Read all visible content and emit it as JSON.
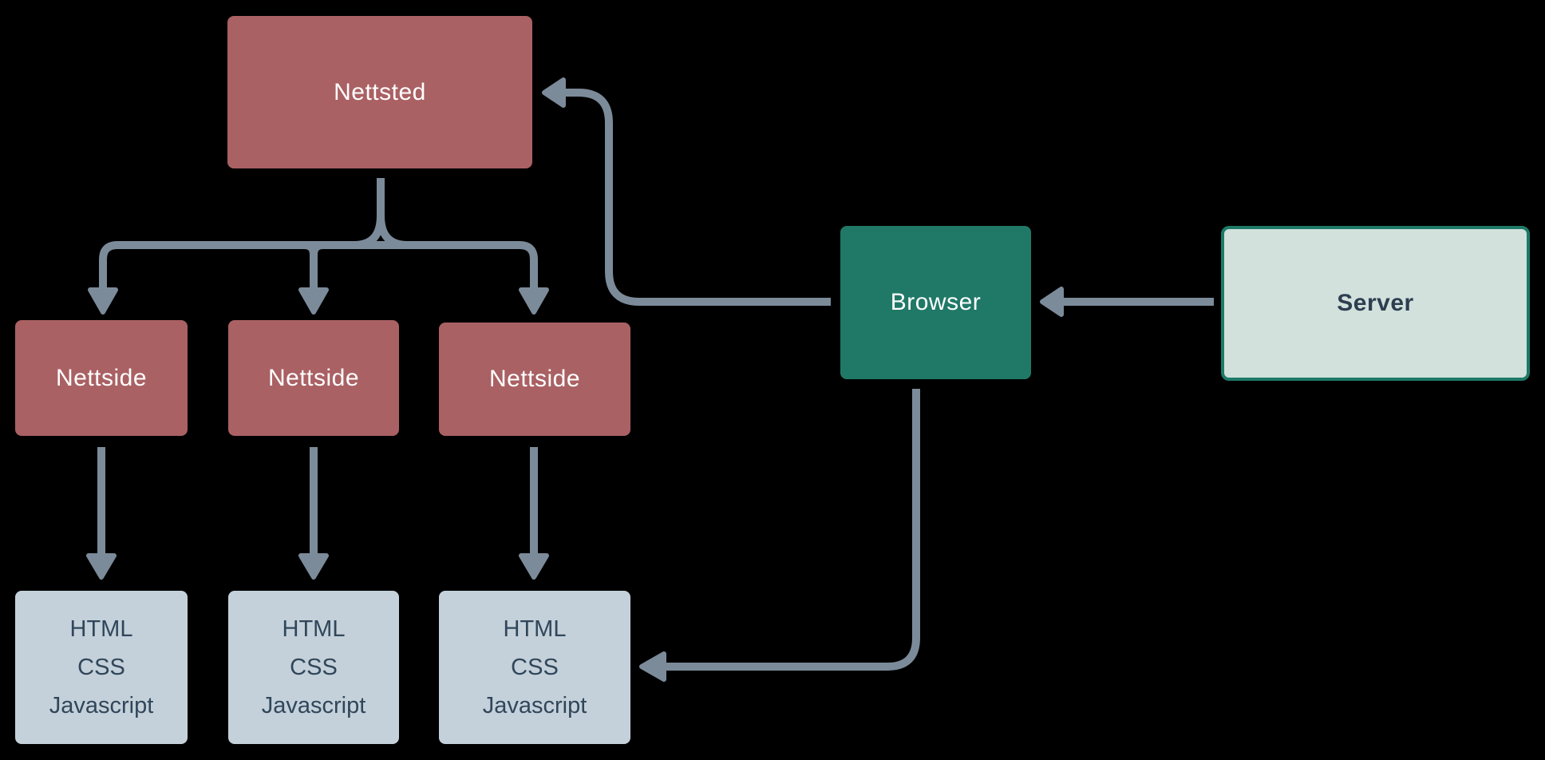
{
  "diagram": {
    "background": "#000000",
    "arrow_color": "#7c8b9a",
    "nodes": {
      "nettsted": {
        "label": "Nettsted",
        "fill": "#aa6164",
        "text_color": "#ffffff"
      },
      "nettside_1": {
        "label": "Nettside",
        "fill": "#aa6164",
        "text_color": "#ffffff"
      },
      "nettside_2": {
        "label": "Nettside",
        "fill": "#aa6164",
        "text_color": "#ffffff"
      },
      "nettside_3": {
        "label": "Nettside",
        "fill": "#aa6164",
        "text_color": "#ffffff"
      },
      "assets_1": {
        "lines": [
          "HTML",
          "CSS",
          "Javascript"
        ],
        "fill": "#c4d1da",
        "text_color": "#31465a"
      },
      "assets_2": {
        "lines": [
          "HTML",
          "CSS",
          "Javascript"
        ],
        "fill": "#c4d1da",
        "text_color": "#31465a"
      },
      "assets_3": {
        "lines": [
          "HTML",
          "CSS",
          "Javascript"
        ],
        "fill": "#c4d1da",
        "text_color": "#31465a"
      },
      "browser": {
        "label": "Browser",
        "fill": "#207967",
        "text_color": "#ffffff"
      },
      "server": {
        "label": "Server",
        "fill": "#d2e1dc",
        "border_color": "#1d7a67",
        "text_color": "#2c3e50"
      }
    },
    "edges": [
      {
        "from": "nettsted",
        "to": "nettside_1"
      },
      {
        "from": "nettsted",
        "to": "nettside_2"
      },
      {
        "from": "nettsted",
        "to": "nettside_3"
      },
      {
        "from": "nettside_1",
        "to": "assets_1"
      },
      {
        "from": "nettside_2",
        "to": "assets_2"
      },
      {
        "from": "nettside_3",
        "to": "assets_3"
      },
      {
        "from": "server",
        "to": "browser"
      },
      {
        "from": "browser",
        "to": "nettsted"
      },
      {
        "from": "browser",
        "to": "assets_3"
      }
    ]
  }
}
